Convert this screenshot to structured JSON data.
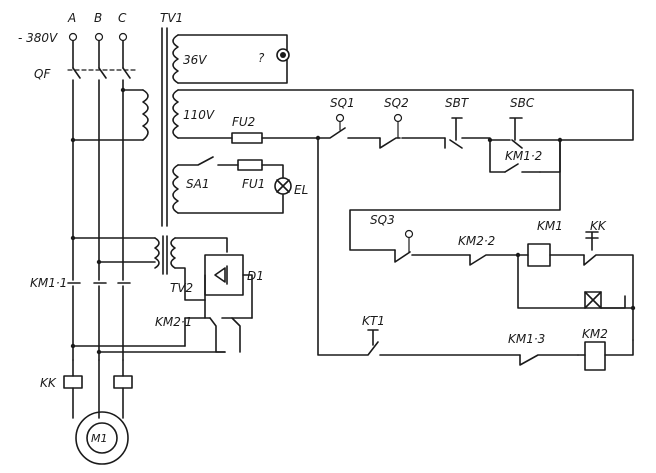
{
  "labels": {
    "voltage_in": "- 380V",
    "phase_a": "A",
    "phase_b": "B",
    "phase_c": "C",
    "transformer_1": "TV1",
    "secondary_36": "36V",
    "secondary_110": "110V",
    "qf": "QF",
    "fu2": "FU2",
    "fu1": "FU1",
    "sa1": "SA1",
    "el": "EL",
    "sq1": "SQ1",
    "sq2": "SQ2",
    "sbt": "SBT",
    "sbc": "SBC",
    "km1_2": "KM1·2",
    "sq3": "SQ3",
    "km2_2": "KM2·2",
    "km1": "KM1",
    "kk_top": "KK",
    "km1_1": "KM1·1",
    "tv2": "TV2",
    "d1": "D1",
    "km2_1": "KM2·1",
    "kt1": "KT1",
    "km1_3": "KM1·3",
    "km2": "KM2",
    "kk_left": "KK",
    "motor": "M1",
    "lamp_question": "?"
  }
}
